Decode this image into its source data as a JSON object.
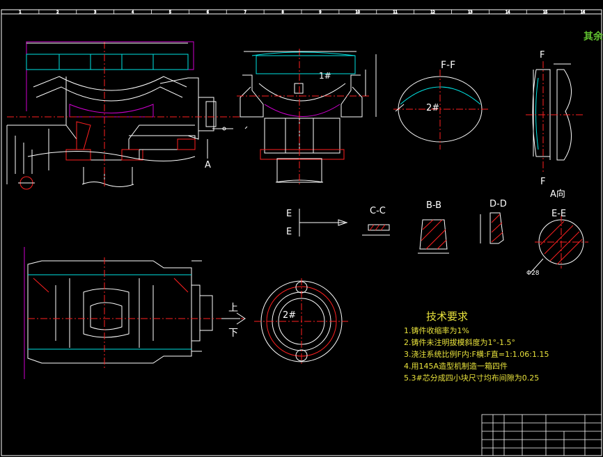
{
  "corner_note": "其余",
  "section_labels": {
    "ff": "F-F",
    "cc": "C-C",
    "bb": "B-B",
    "dd": "D-D",
    "ee": "E-E",
    "a_view": "A向",
    "f_top": "F",
    "f_bottom": "F",
    "a_arrow": "A",
    "e_top": "E",
    "e_bottom": "E",
    "up": "上",
    "down": "下",
    "core1": "1#",
    "core2_ff": "2#",
    "core2_bottom": "2#",
    "diameter": "Φ28"
  },
  "tech_requirements": {
    "title": "技术要求",
    "items": [
      "1.铸件收缩率为1%",
      "2.铸件未注明拔模斜度为1°-1.5°",
      "3.浇注系统比例F内:F横:F直=1:1.06:1.15",
      "4.用145A造型机制造一箱四件",
      "5.3#芯分成四小块尺寸均布间隙为0.25"
    ]
  },
  "border_zones": [
    "1",
    "2",
    "3",
    "4",
    "5",
    "6",
    "7",
    "8",
    "9",
    "10",
    "11",
    "12",
    "13",
    "14",
    "15",
    "16"
  ],
  "colors": {
    "background": "#000000",
    "line": "#ffffff",
    "cyan": "#00e5e5",
    "magenta": "#d000d0",
    "red": "#ff2020",
    "yellow": "#e8e23c",
    "green": "#60c030"
  }
}
